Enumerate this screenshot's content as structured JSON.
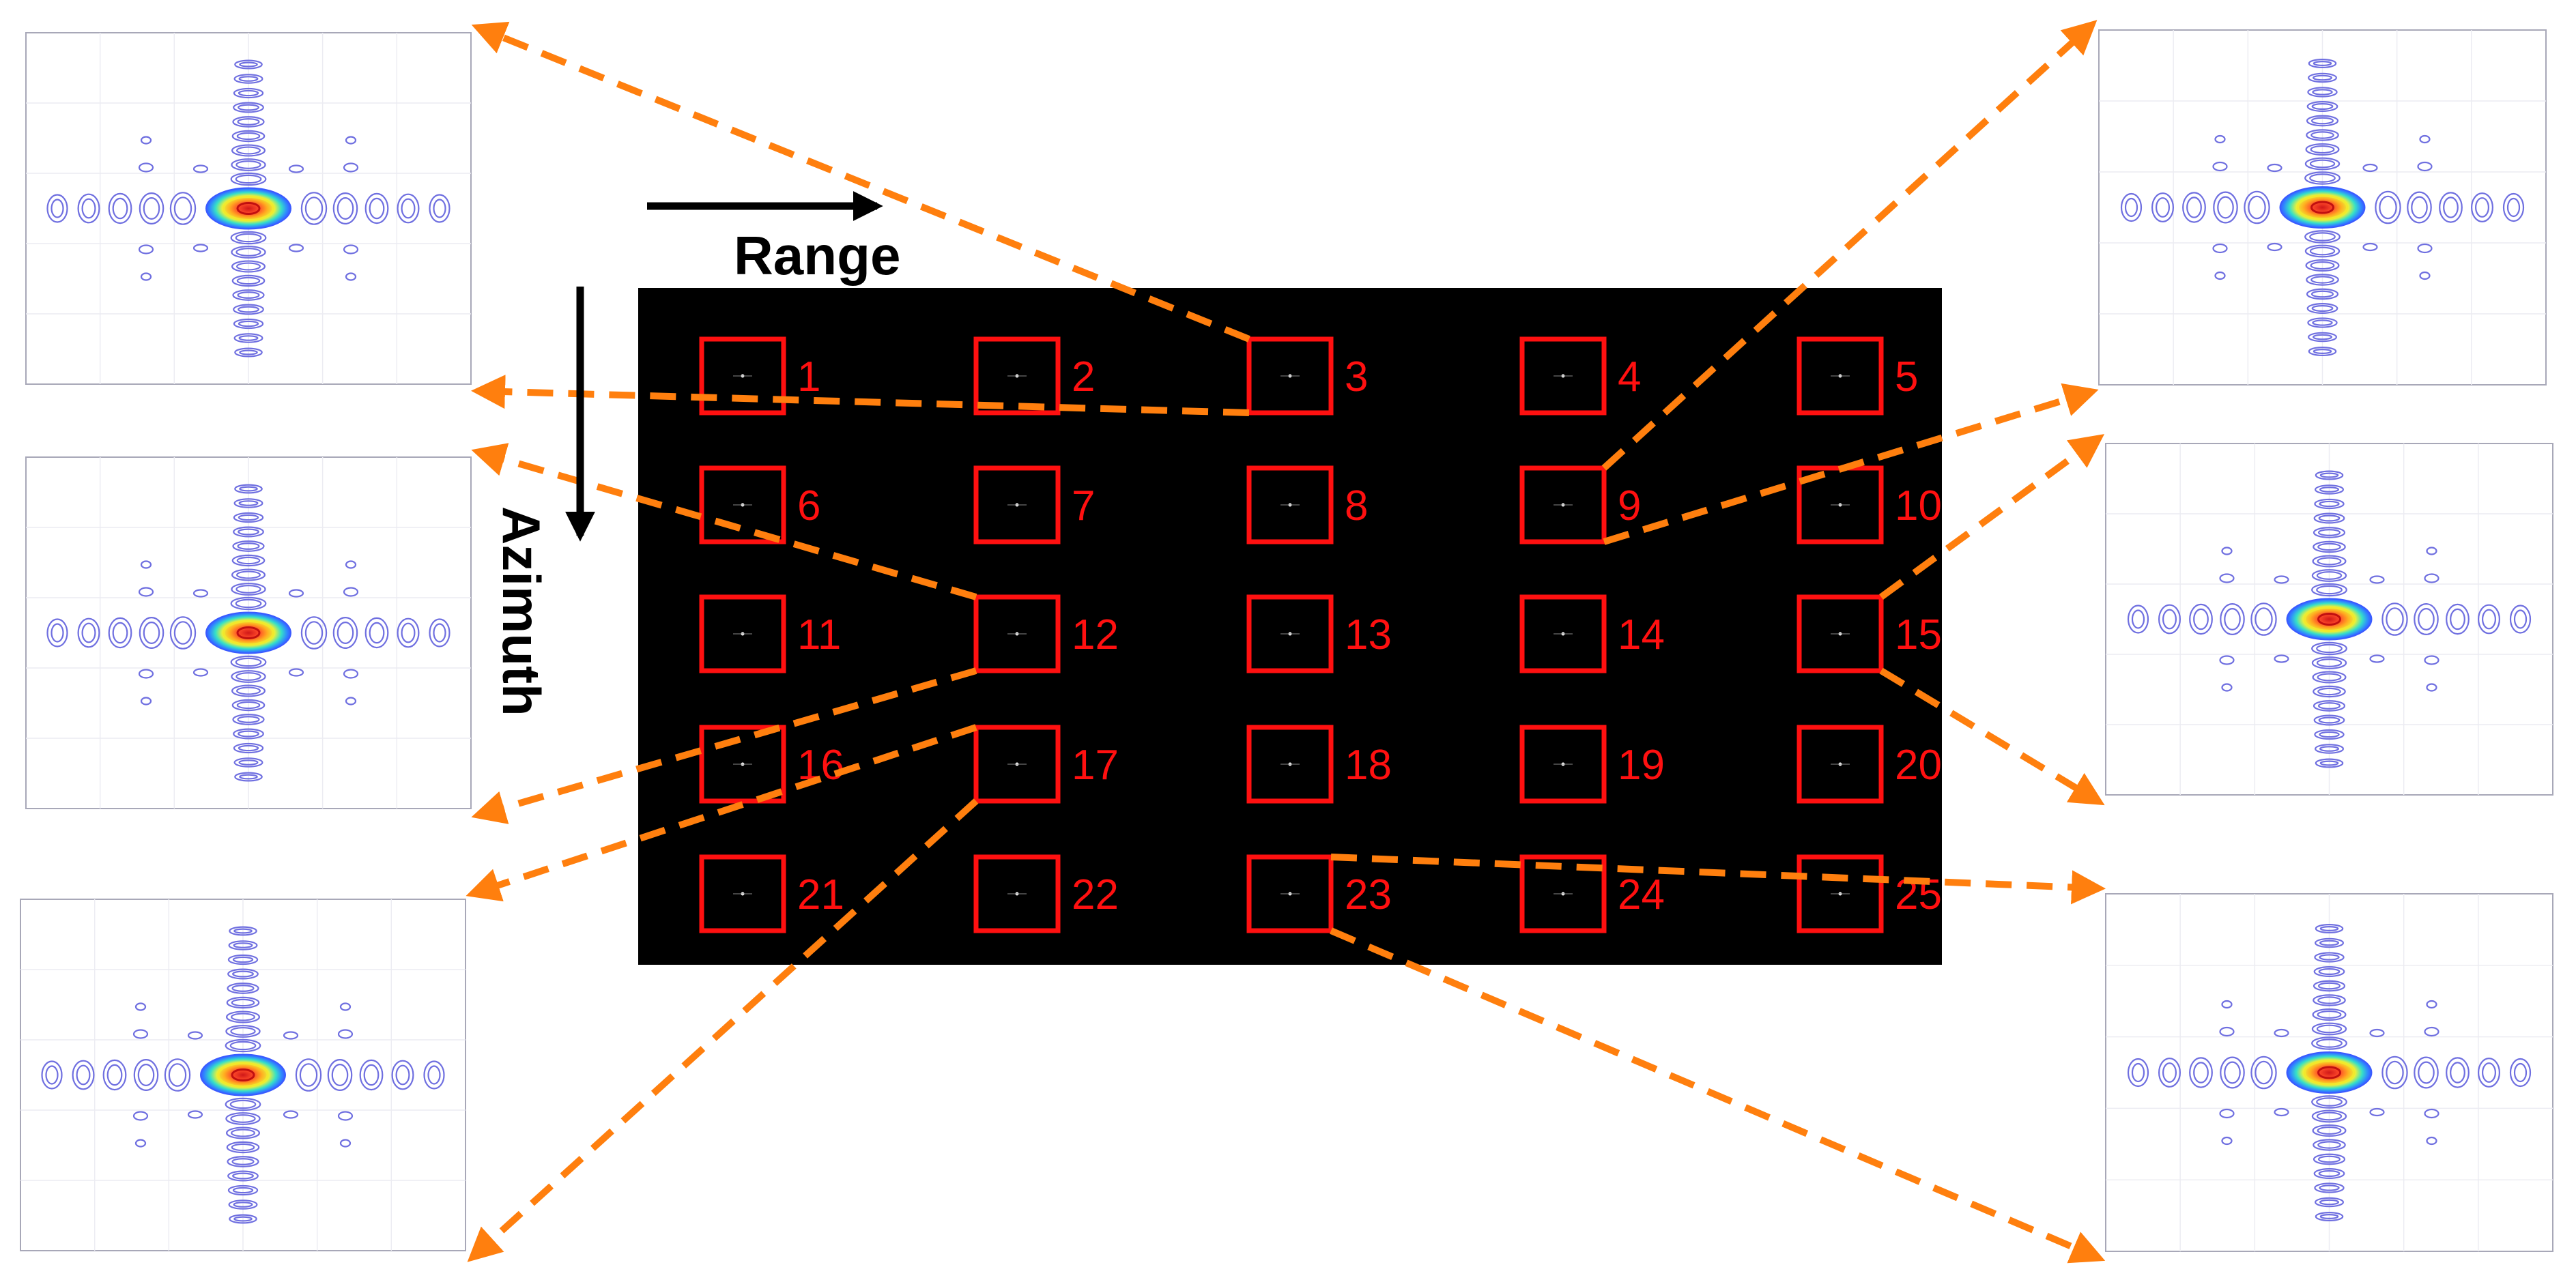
{
  "axes": {
    "range_label": "Range",
    "azimuth_label": "Azimuth"
  },
  "targets": [
    "1",
    "2",
    "3",
    "4",
    "5",
    "6",
    "7",
    "8",
    "9",
    "10",
    "11",
    "12",
    "13",
    "14",
    "15",
    "16",
    "17",
    "18",
    "19",
    "20",
    "21",
    "22",
    "23",
    "24",
    "25"
  ],
  "insets": [
    {
      "side": "left",
      "order": 1,
      "target": "3"
    },
    {
      "side": "left",
      "order": 2,
      "target": "12"
    },
    {
      "side": "left",
      "order": 3,
      "target": "17"
    },
    {
      "side": "right",
      "order": 1,
      "target": "9"
    },
    {
      "side": "right",
      "order": 2,
      "target": "15"
    },
    {
      "side": "right",
      "order": 3,
      "target": "23"
    }
  ],
  "colors": {
    "background": "#ffffff",
    "scene": "#000000",
    "target_box": "#ff1010",
    "target_number": "#ff1010",
    "connector": "#ff7f0e",
    "axis_arrow": "#000000",
    "contour_line": "#6f6fe0",
    "panel_border": "#a8a8b8"
  }
}
